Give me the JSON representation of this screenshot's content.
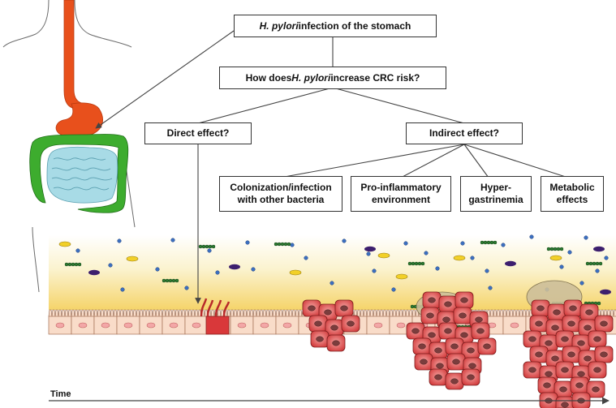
{
  "boxes": {
    "infection": {
      "pre": "",
      "italic": "H. pylori",
      "post": " infection of the stomach"
    },
    "question": {
      "pre": "How does ",
      "italic": "H. pylori",
      "post": " increase CRC risk?"
    },
    "direct": "Direct effect?",
    "indirect": "Indirect effect?",
    "colonization": {
      "line1": "Colonization/infection",
      "line2": "with other bacteria"
    },
    "proinflammatory": {
      "line1": "Pro-inflammatory",
      "line2": "environment"
    },
    "hypergastrinemia": {
      "line1": "Hyper-",
      "line2": "gastrinemia"
    },
    "metabolic": {
      "line1": "Metabolic",
      "line2": "effects"
    }
  },
  "axis": {
    "label": "Time"
  },
  "colors": {
    "stomach": "#e8501c",
    "colon": "#3dac2e",
    "small_intestine": "#a8dbe6",
    "lumen_gradient": "#f5d870",
    "epithelium_cell": "#f9dcc9",
    "tumor_cell": "#d9383a",
    "bacteria_green": "#2e7d32",
    "particle_blue": "#3c6fc0",
    "particle_purple": "#3d1f6e",
    "particle_yellow": "#f2d028"
  }
}
